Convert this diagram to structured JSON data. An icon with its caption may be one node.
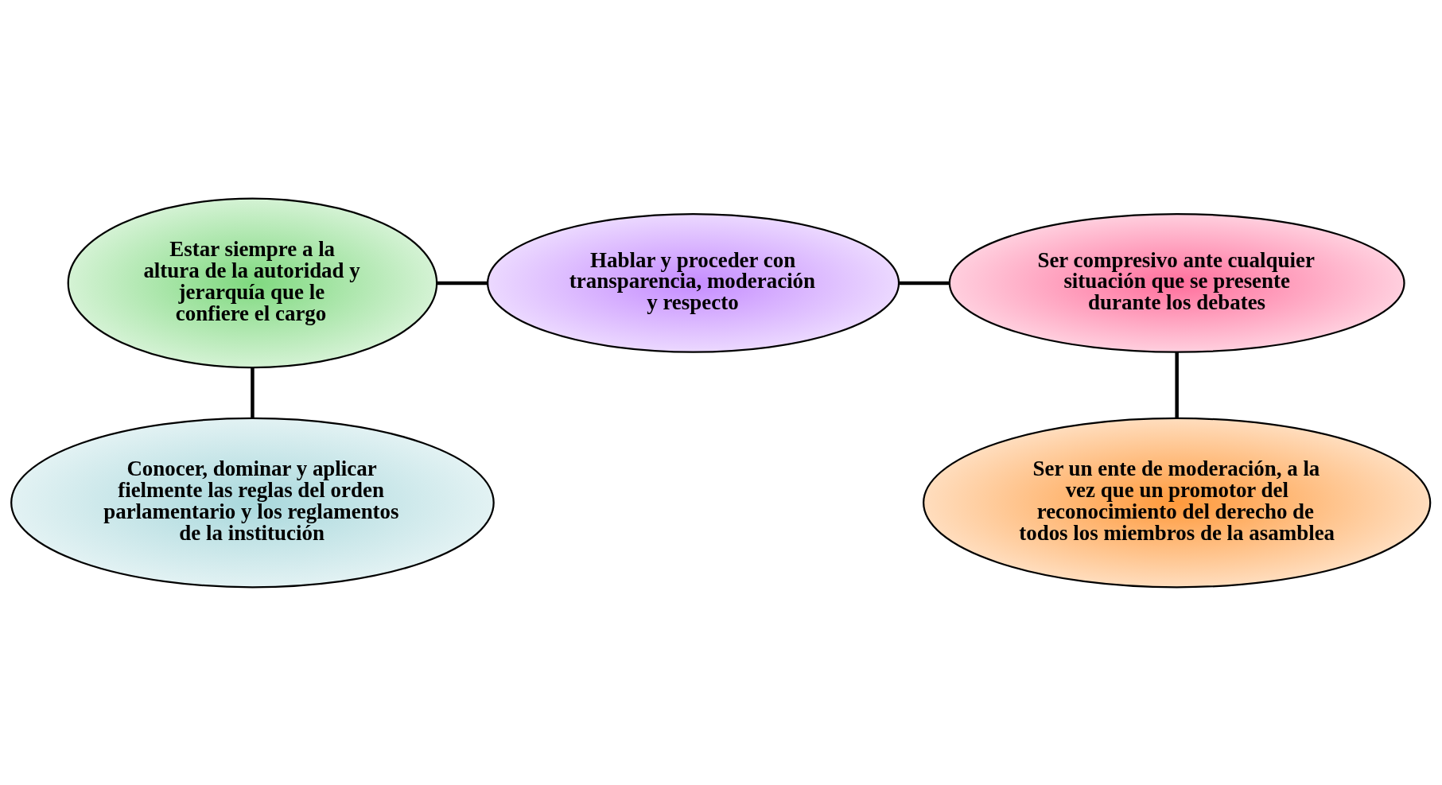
{
  "diagram": {
    "nodes": [
      {
        "text": [
          "Estar siempre a la altura de la autoridad y jerarquía que le confiere el cargo"
        ]
      },
      {
        "text": [
          "Hablar y proceder con transparencia, moderación y respecto"
        ]
      },
      {
        "text": [
          "Ser compresivo ante cualquier situación que se presente durante los debates"
        ]
      },
      {
        "text": [
          "Conocer, dominar y aplicar fielmente las reglas del orden parlamentario y los reglamentos de la institución"
        ]
      },
      {
        "text": [
          "Ser un ente de moderación, a la vez que un promotor del reconocimiento del derecho de todos los miembros de la asamblea"
        ]
      }
    ],
    "edges": [
      {
        "from": 0,
        "to": 1,
        "arrow": "none"
      },
      {
        "from": 1,
        "to": 2,
        "arrow": "none"
      },
      {
        "from": 0,
        "to": 3,
        "arrow": "none"
      },
      {
        "from": 2,
        "to": 4,
        "arrow": "none"
      }
    ]
  }
}
